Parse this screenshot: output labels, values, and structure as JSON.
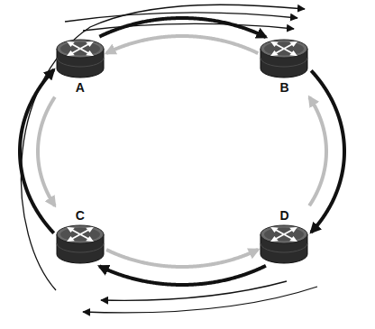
{
  "diagram": {
    "nodes": [
      {
        "text": [
          "A"
        ]
      },
      {
        "text": [
          "B"
        ]
      },
      {
        "text": [
          "C"
        ]
      },
      {
        "text": [
          "D"
        ]
      }
    ],
    "edges": [
      {
        "from": 0,
        "to": 1,
        "arrow": "to"
      },
      {
        "from": 1,
        "to": 3,
        "arrow": "to"
      },
      {
        "from": 3,
        "to": 2,
        "arrow": "to"
      },
      {
        "from": 2,
        "to": 0,
        "arrow": "to"
      },
      {
        "from": 1,
        "to": 0,
        "arrow": "to"
      },
      {
        "from": 0,
        "to": 2,
        "arrow": "to"
      },
      {
        "from": 2,
        "to": 3,
        "arrow": "to"
      },
      {
        "from": 3,
        "to": 1,
        "arrow": "to"
      }
    ]
  }
}
